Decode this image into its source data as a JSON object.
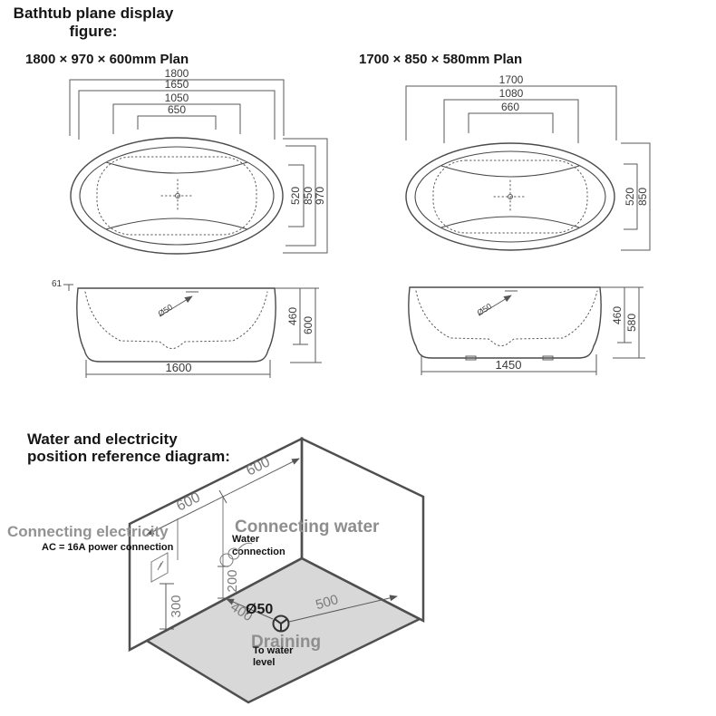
{
  "colors": {
    "floor_fill": "#d8d8d8",
    "line": "#4a4a4a",
    "wall_line": "#4f4f4f",
    "dim_text": "#3a3a3a",
    "gray_label": "#939393",
    "iso_dim_text": "#7a7a7a",
    "black_label": "#111111"
  },
  "header": {
    "title_line1": "Bathtub plane display",
    "title_line2": "figure:"
  },
  "plan_left": {
    "title": "1800 × 970 × 600mm Plan",
    "top_dims": [
      "1800",
      "1650",
      "1050",
      "650"
    ],
    "side_dims": [
      "520",
      "850",
      "970"
    ],
    "elevation": {
      "lip": "61",
      "drain_label": "Ø50",
      "depth": "460",
      "height": "600",
      "base": "1600"
    }
  },
  "plan_right": {
    "title": "1700 × 850 × 580mm Plan",
    "top_dims": [
      "1700",
      "1080",
      "660"
    ],
    "side_dims": [
      "520",
      "850"
    ],
    "elevation": {
      "drain_label": "Ø50",
      "depth": "460",
      "height": "580",
      "base": "1450"
    }
  },
  "iso": {
    "title_line1": "Water and electricity",
    "title_line2": "position reference diagram:",
    "wall_dim_left": "600",
    "wall_dim_right": "600",
    "electricity_label": "Connecting electricity",
    "electricity_sub": "AC = 16A power connection",
    "electricity_height": "300",
    "water_label": "Connecting water",
    "water_sub_line1": "Water",
    "water_sub_line2": "connection",
    "water_height": "200",
    "drain_size": "Ø50",
    "drain_dist_left": "400",
    "drain_dist_right": "500",
    "drain_label": "Draining",
    "drain_sub_line1": "To water",
    "drain_sub_line2": "level"
  }
}
